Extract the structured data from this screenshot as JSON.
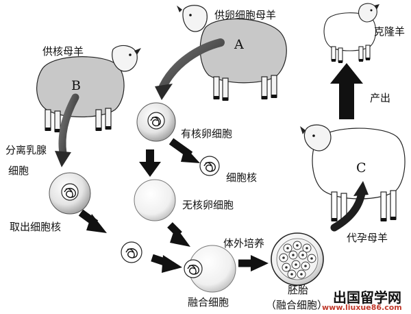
{
  "labels": {
    "egg_donor_ewe": "供卵细胞母羊",
    "nucleus_donor_ewe": "供核母羊",
    "clone_sheep": "克隆羊",
    "letter_a": "A",
    "letter_b": "B",
    "letter_c": "C",
    "separate_mammary_1": "分离乳腺",
    "separate_mammary_2": "细胞",
    "nucleated_egg": "有核卵细胞",
    "cell_nucleus": "细胞核",
    "enucleated_egg": "无核卵细胞",
    "take_nucleus": "取出细胞核",
    "fused_cell": "融合细胞",
    "in_vitro_culture": "体外培养",
    "embryo": "胚胎",
    "embryo_fused": "（融合细胞）",
    "surrogate_ewe": "代孕母羊",
    "birth": "产出"
  },
  "watermark": {
    "site_cn": "出国留学网",
    "site_url": "www.liuxue86.com"
  }
}
